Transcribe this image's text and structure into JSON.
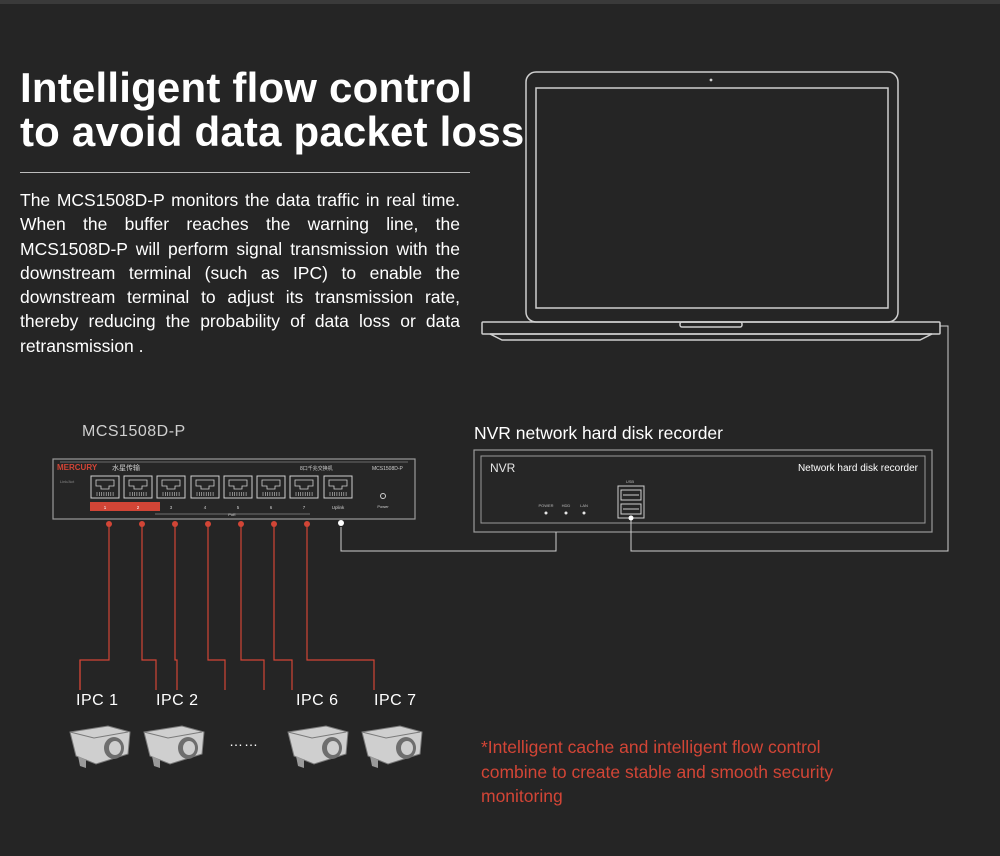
{
  "headline": {
    "line1": "Intelligent flow control",
    "line2": "to avoid data packet loss"
  },
  "description": "The MCS1508D-P monitors the data traffic in real time. When the buffer reaches the warning line, the MCS1508D-P will perform signal transmission with the downstream terminal (such as IPC) to enable the downstream terminal to adjust its transmission rate, thereby reducing the probability of data loss or data retransmission .",
  "switch": {
    "label": "MCS1508D-P",
    "brand": "MERCURY",
    "model_tag": "MCS1508D-P",
    "port_labels": [
      "1",
      "2",
      "3",
      "4",
      "5",
      "6",
      "7",
      "Uplink"
    ],
    "power_label": "Power",
    "poe_label": "PoE"
  },
  "nvr": {
    "label": "NVR network hard disk recorder",
    "panel_left": "NVR",
    "panel_right": "Network hard disk recorder",
    "leds": [
      "POWER",
      "HDD",
      "LAN"
    ],
    "usb_label": "USB"
  },
  "cameras": {
    "labels": [
      "IPC 1",
      "IPC 2",
      "IPC 6",
      "IPC 7"
    ],
    "ellipsis": "……"
  },
  "footnote": "*Intelligent cache and intelligent flow control combine to create stable and smooth security monitoring",
  "colors": {
    "background": "#252525",
    "accent_red": "#d24536",
    "line_gray": "#cfcfcf",
    "text_white": "#ffffff"
  }
}
